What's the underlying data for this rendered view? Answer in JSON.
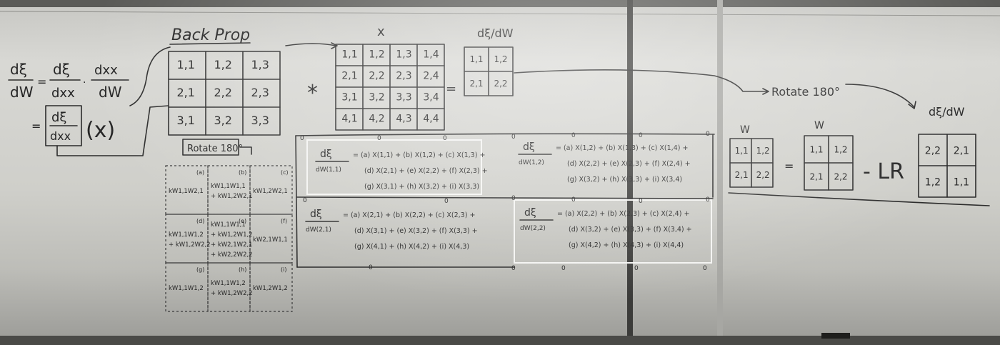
{
  "title": "Back Prop",
  "formula": {
    "lhs_num": "dξ",
    "lhs_den": "dW",
    "mid1_num": "dξ",
    "mid1_den": "dxx",
    "mid2_num": "dxx",
    "mid2_den": "dW",
    "eq2_num": "dξ",
    "eq2_den": "dxx",
    "times_x": "(x)"
  },
  "grad_grid": [
    "1,1",
    "1,2",
    "1,3",
    "2,1",
    "2,2",
    "2,3",
    "3,1",
    "3,2",
    "3,3"
  ],
  "rotate_label": "Rotate 180°",
  "x_label": "x",
  "x_grid": [
    "1,1",
    "1,2",
    "1,3",
    "1,4",
    "2,1",
    "2,2",
    "2,3",
    "2,4",
    "3,1",
    "3,2",
    "3,3",
    "3,4",
    "4,1",
    "4,2",
    "4,3",
    "4,4"
  ],
  "star": "*",
  "equals": "=",
  "dedw_label": "dξ/dW",
  "dedw_grid": [
    "1,1",
    "1,2",
    "2,1",
    "2,2"
  ],
  "rotate_label_2": "Rotate 180°",
  "dedw_label_2": "dξ/dW",
  "w_label": "W",
  "w_grid": [
    "1,1",
    "1,2",
    "2,1",
    "2,2"
  ],
  "w_label_2": "W",
  "w_grid_2": [
    "1,1",
    "1,2",
    "2,1",
    "2,2"
  ],
  "lr_text": "- LR",
  "rot_grid": [
    "2,2",
    "2,1",
    "1,2",
    "1,1"
  ],
  "kw_cells": [
    "kW1,1W2,1",
    "kW1,1W1,1 + kW1,2W2,1",
    "kW1,2W2,1",
    "kW1,1W1,2 + kW1,2W2,2",
    "kW1,1W1,1 + kW1,2W1,2 + kW2,1W2,1 + kW2,2W2,2",
    "kW2,1W1,1",
    "kW1,1W1,2",
    "kW1,1W1,2 + kW1,2W2,2",
    "kW1,2W1,2"
  ],
  "kw_tags": [
    "(a)",
    "(b)",
    "(c)",
    "(d)",
    "(e)",
    "(f)",
    "(g)",
    "(h)",
    "(i)"
  ],
  "eq_blocks": [
    {
      "num": "dξ",
      "den": "dW(1,1)",
      "lines": [
        "= (a) X(1,1) + (b) X(1,2) + (c) X(1,3) +",
        "(d) X(2,1) + (e) X(2,2) + (f) X(2,3) +",
        "(g) X(3,1) + (h) X(3,2) + (i) X(3,3)"
      ]
    },
    {
      "num": "dξ",
      "den": "dW(1,2)",
      "lines": [
        "= (a) X(1,2) + (b) X(1,3) + (c) X(1,4) +",
        "(d) X(2,2) + (e) X(2,3) + (f) X(2,4) +",
        "(g) X(3,2) + (h) X(3,3) + (i) X(3,4)"
      ]
    },
    {
      "num": "dξ",
      "den": "dW(2,1)",
      "lines": [
        "= (a) X(2,1) + (b) X(2,2) + (c) X(2,3) +",
        "(d) X(3,1) + (e) X(3,2) + (f) X(3,3) +",
        "(g) X(4,1) + (h) X(4,2) + (i) X(4,3)"
      ]
    },
    {
      "num": "dξ",
      "den": "dW(2,2)",
      "lines": [
        "= (a) X(2,2) + (b) X(2,3) + (c) X(2,4) +",
        "(d) X(3,2) + (e) X(3,3) + (f) X(3,4) +",
        "(g) X(4,2) + (h) X(4,3) + (i) X(4,4)"
      ]
    }
  ],
  "zero": "0"
}
